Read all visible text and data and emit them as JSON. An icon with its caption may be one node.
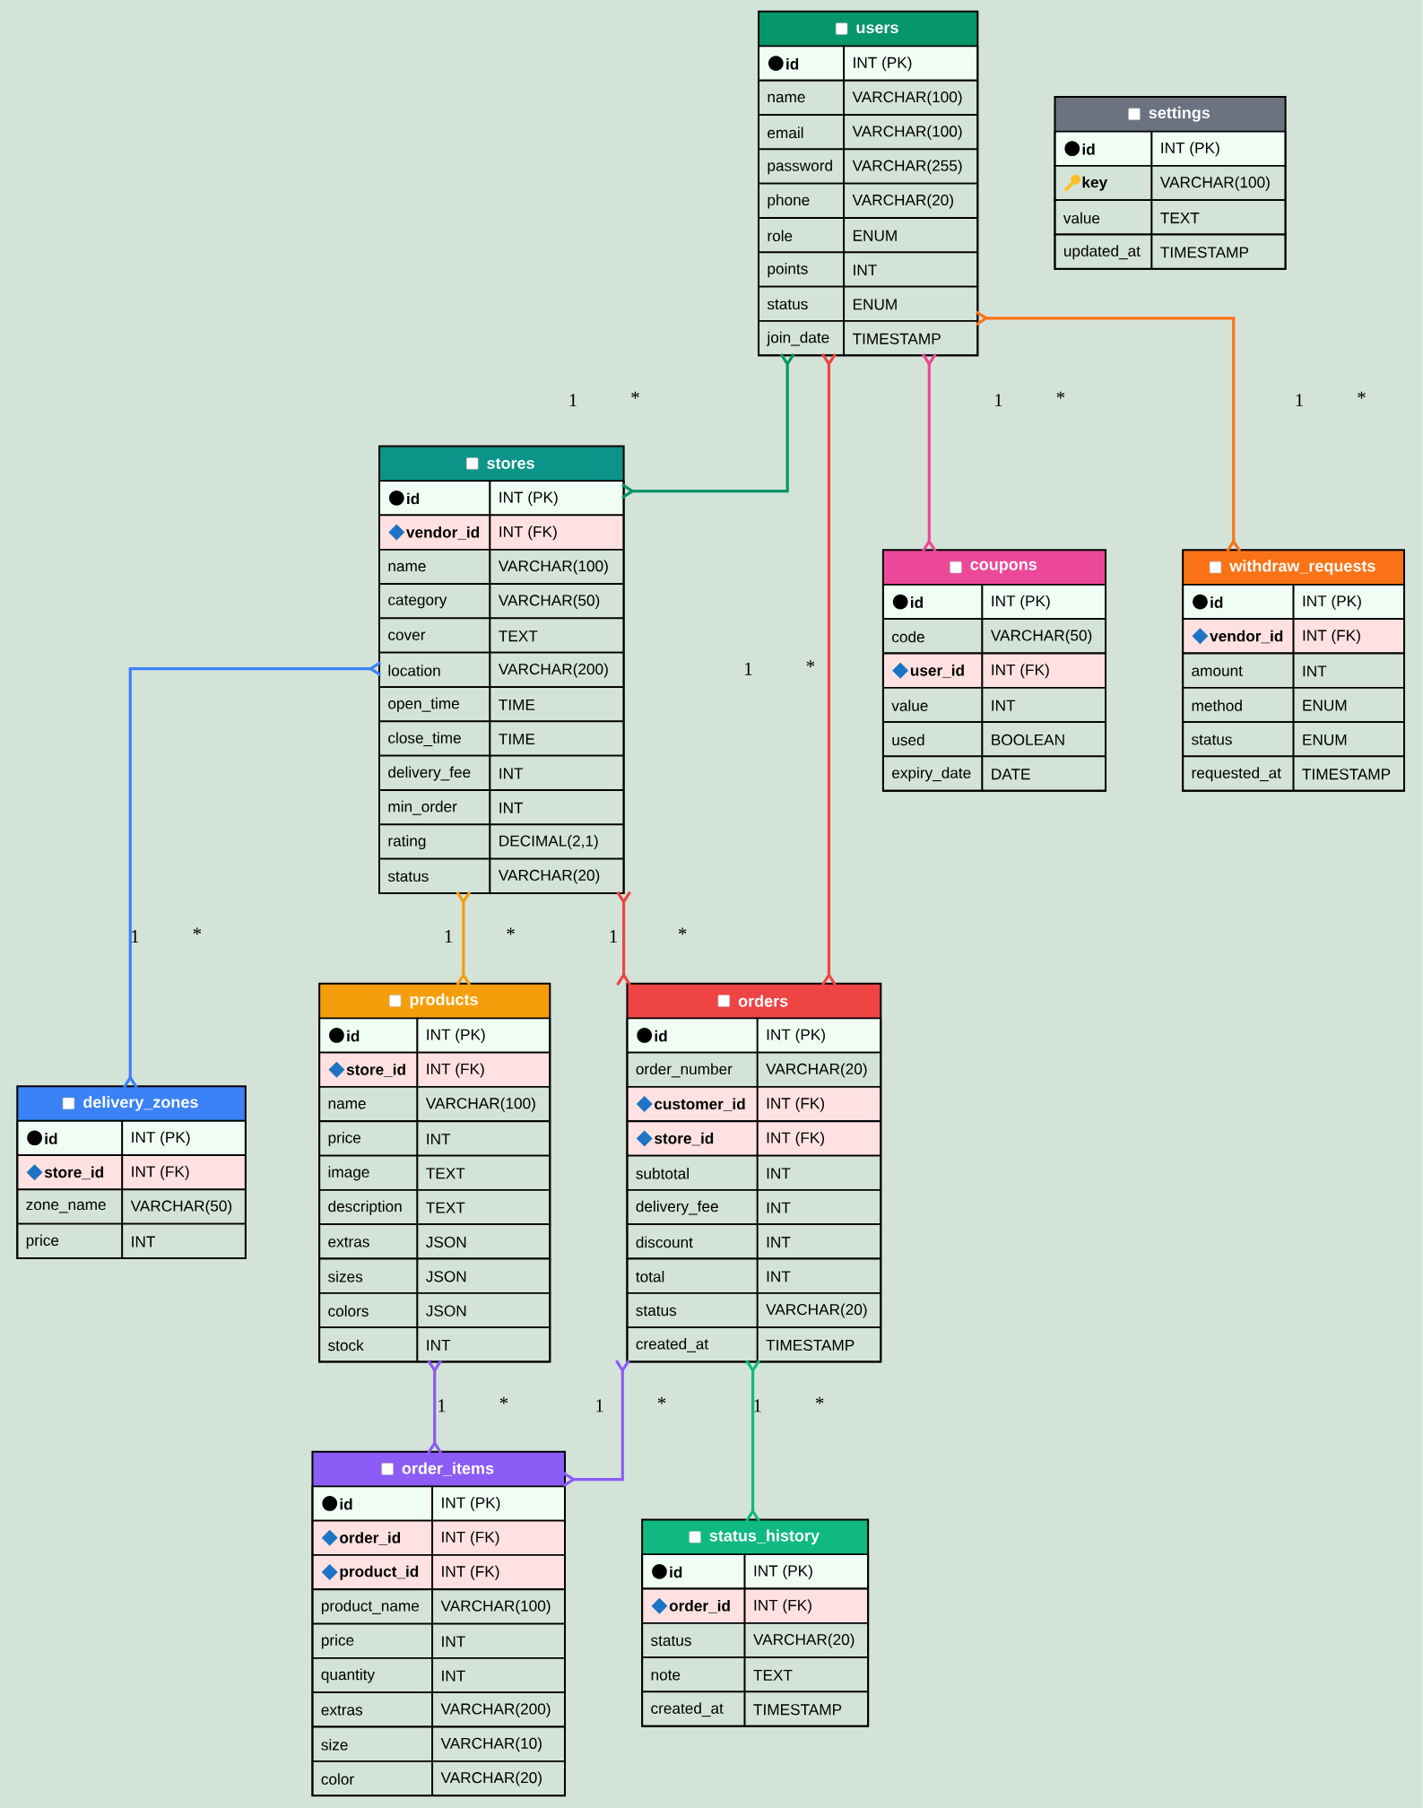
{
  "diagram": {
    "nodes": [
      {
        "text": [
          "users",
          "id",
          "INT (PK)",
          "name",
          "VARCHAR(100)",
          "email",
          "VARCHAR(100)",
          "password",
          "VARCHAR(255)",
          "phone",
          "VARCHAR(20)",
          "role",
          "ENUM",
          "points",
          "INT",
          "status",
          "ENUM",
          "join_date",
          "TIMESTAMP"
        ]
      },
      {
        "text": [
          "settings",
          "id",
          "INT (PK)",
          "key",
          "VARCHAR(100)",
          "value",
          "TEXT",
          "updated_at",
          "TIMESTAMP"
        ]
      },
      {
        "text": [
          "stores",
          "id",
          "INT (PK)",
          "vendor_id",
          "INT (FK)",
          "name",
          "VARCHAR(100)",
          "category",
          "VARCHAR(50)",
          "cover",
          "TEXT",
          "location",
          "VARCHAR(200)",
          "open_time",
          "TIME",
          "close_time",
          "TIME",
          "delivery_fee",
          "INT",
          "min_order",
          "INT",
          "rating",
          "DECIMAL(2,1)",
          "status",
          "VARCHAR(20)"
        ]
      },
      {
        "text": [
          "coupons",
          "id",
          "INT (PK)",
          "code",
          "VARCHAR(50)",
          "user_id",
          "INT (FK)",
          "value",
          "INT",
          "used",
          "BOOLEAN",
          "expiry_date",
          "DATE"
        ]
      },
      {
        "text": [
          "withdraw_requests",
          "id",
          "INT (PK)",
          "vendor_id",
          "INT (FK)",
          "amount",
          "INT",
          "method",
          "ENUM",
          "status",
          "ENUM",
          "requested_at",
          "TIMESTAMP"
        ]
      },
      {
        "text": [
          "delivery_zones",
          "id",
          "INT (PK)",
          "store_id",
          "INT (FK)",
          "zone_name",
          "VARCHAR(50)",
          "price",
          "INT"
        ]
      },
      {
        "text": [
          "products",
          "id",
          "INT (PK)",
          "store_id",
          "INT (FK)",
          "name",
          "VARCHAR(100)",
          "price",
          "INT",
          "image",
          "TEXT",
          "description",
          "TEXT",
          "extras",
          "JSON",
          "sizes",
          "JSON",
          "colors",
          "JSON",
          "stock",
          "INT"
        ]
      },
      {
        "text": [
          "orders",
          "id",
          "INT (PK)",
          "order_number",
          "VARCHAR(20)",
          "customer_id",
          "INT (FK)",
          "store_id",
          "INT (FK)",
          "subtotal",
          "INT",
          "delivery_fee",
          "INT",
          "discount",
          "INT",
          "total",
          "INT",
          "status",
          "VARCHAR(20)",
          "created_at",
          "TIMESTAMP"
        ]
      },
      {
        "text": [
          "order_items",
          "id",
          "INT (PK)",
          "order_id",
          "INT (FK)",
          "product_id",
          "INT (FK)",
          "product_name",
          "VARCHAR(100)",
          "price",
          "INT",
          "quantity",
          "INT",
          "extras",
          "VARCHAR(200)",
          "size",
          "VARCHAR(10)",
          "color",
          "VARCHAR(20)"
        ]
      },
      {
        "text": [
          "status_history",
          "id",
          "INT (PK)",
          "order_id",
          "INT (FK)",
          "status",
          "VARCHAR(20)",
          "note",
          "TEXT",
          "created_at",
          "TIMESTAMP"
        ]
      }
    ],
    "edges": [
      {
        "from": 2,
        "to": 0,
        "arrow": "other",
        "color": "#059669"
      },
      {
        "from": 7,
        "to": 0,
        "arrow": "other",
        "color": "#ef4444"
      },
      {
        "from": 3,
        "to": 0,
        "arrow": "other",
        "color": "#ec4899"
      },
      {
        "from": 4,
        "to": 0,
        "arrow": "other",
        "color": "#f97316"
      },
      {
        "from": 5,
        "to": 2,
        "arrow": "other",
        "color": "#3b82f6"
      },
      {
        "from": 6,
        "to": 2,
        "arrow": "other",
        "color": "#f59e0b"
      },
      {
        "from": 7,
        "to": 2,
        "arrow": "other",
        "color": "#ef4444"
      },
      {
        "from": 8,
        "to": 6,
        "arrow": "other",
        "color": "#8b5cf6"
      },
      {
        "from": 8,
        "to": 7,
        "arrow": "other",
        "color": "#8b5cf6"
      },
      {
        "from": 9,
        "to": 7,
        "arrow": "other",
        "color": "#10b981"
      }
    ],
    "labels": [
      "1",
      "*",
      "1",
      "*",
      "1",
      "*",
      "1",
      "*",
      "1",
      "*",
      "1",
      "*",
      "1",
      "*",
      "1",
      "*",
      "1",
      "*",
      "1",
      "*"
    ]
  }
}
